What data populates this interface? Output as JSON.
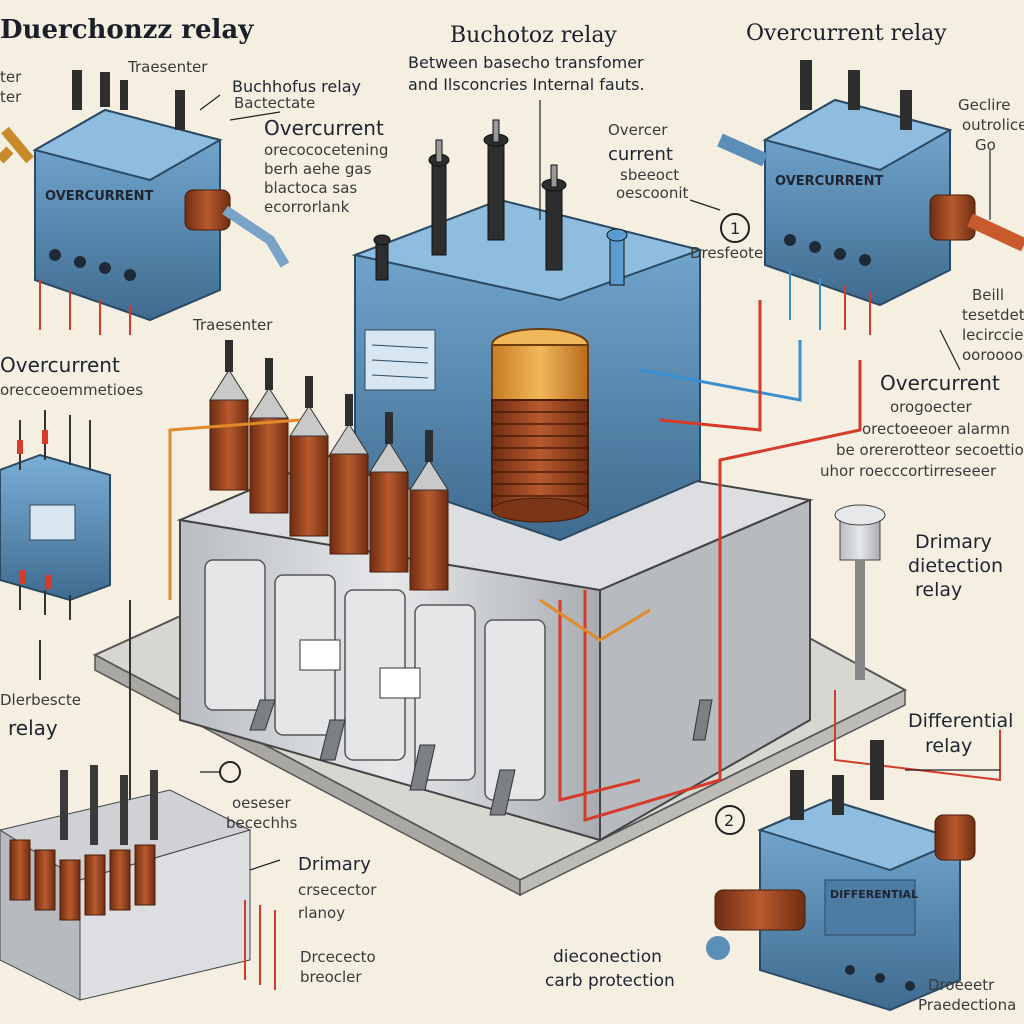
{
  "colors": {
    "paper": "#f4efe1",
    "relay_blue": "#5b8fb8",
    "relay_blue_dark": "#3f6b8f",
    "copper": "#9c4a24",
    "wire_red": "#d63a2a",
    "wire_orange": "#e08a2a",
    "wire_blue": "#3a8fd0",
    "tank_grey": "#cfd2d6",
    "insulator": "#2e2e2e"
  },
  "titles": {
    "top_left": "Duerchonzz relay",
    "top_center": "Buchotoz relay",
    "top_right": "Overcurrent relay"
  },
  "labels": {
    "tl_side_1": "ter",
    "tl_side_2": "ter",
    "tl_traesenter": "Traesenter",
    "tl_buchholz": "Buchhofus relay",
    "tl_buchholz_sub": "Bactectate",
    "center_line_1": "Between basecho transfomer",
    "center_line_2": "and Ilsconcries Internal fauts.",
    "tl_overcurrent": "Overcurrent",
    "tl_desc_1": "orecococetening",
    "tl_desc_2": "berh aehe gas",
    "tl_desc_3": "blactoca sas",
    "tl_desc_4": "ecorrorlank",
    "center_overcurrent_1": "Overcer",
    "center_overcurrent_2": "current",
    "center_ovr_sub_1": "sbeeoct",
    "center_ovr_sub_2": "oescoonit",
    "marker_1": "1",
    "marker_1_text": "Dresfeote",
    "right_side_1": "Geclire",
    "right_side_2": "outrolice",
    "right_side_3": "Go",
    "right_small_1": "Beill",
    "right_small_2": "tesetdet",
    "right_small_3": "lecirccien",
    "right_small_4": "ooroooocoo",
    "left_overcurrent": "Overcurrent",
    "left_overcurrent_sub": "orecceoemmetioes",
    "traesenter_mid": "Traesenter",
    "right_overcurrent": "Overcurrent",
    "right_oc_1": "orogoecter",
    "right_oc_2": "orectoeeoer alarmn",
    "right_oc_3": "be orererotteor secoettion",
    "right_oc_4": "uhor roecccortirreseeer",
    "primary_detection_1": "Drimary",
    "primary_detection_2": "dietection",
    "primary_detection_3": "relay",
    "left_relay_1": "Dlerbescte",
    "left_relay_2": "relay",
    "marker_bl_1": "oeseser",
    "marker_bl_2": "becechhs",
    "bottom_primary_1": "Drimary",
    "bottom_primary_2": "crsecector",
    "bottom_primary_3": "rlanoy",
    "bottom_left_small_1": "Drcececto",
    "bottom_left_small_2": "breocler",
    "differential_1": "Differential",
    "differential_2": "relay",
    "marker_2": "2",
    "disconnection_1": "dieconection",
    "disconnection_2": "carb protection",
    "bottom_right_1": "Droeeetr",
    "bottom_right_2": "Praedectiona",
    "relay_face_oc_left": "OVERCURRENT",
    "relay_face_oc_right": "OVERCURRENT",
    "relay_face_diff": "DIFFERENTIAL"
  }
}
